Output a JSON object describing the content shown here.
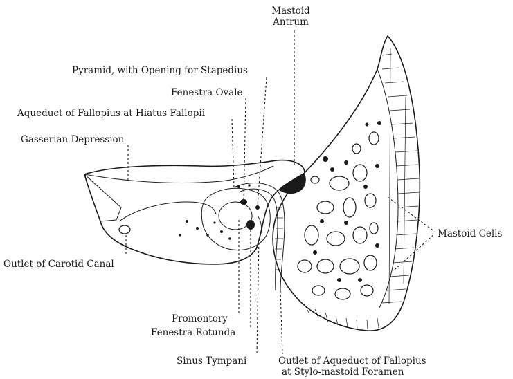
{
  "labels": {
    "mastoid_antrum_1": "Mastoid",
    "mastoid_antrum_2": "Antrum",
    "pyramid": "Pyramid, with Opening for Stapedius",
    "fenestra_ovale": "Fenestra Ovale",
    "aqueduct_fallopius": "Aqueduct of Fallopius at Hiatus Fallopii",
    "gasserian": "Gasserian Depression",
    "mastoid_cells": "Mastoid Cells",
    "outlet_carotid": "Outlet of Carotid Canal",
    "promontory": "Promontory",
    "fenestra_rotunda": "Fenestra Rotunda",
    "sinus_tympani": "Sinus Tympani",
    "outlet_aqueduct_1": "Outlet of Aqueduct of Fallopius",
    "outlet_aqueduct_2": "at Stylo-mastoid Foramen"
  }
}
